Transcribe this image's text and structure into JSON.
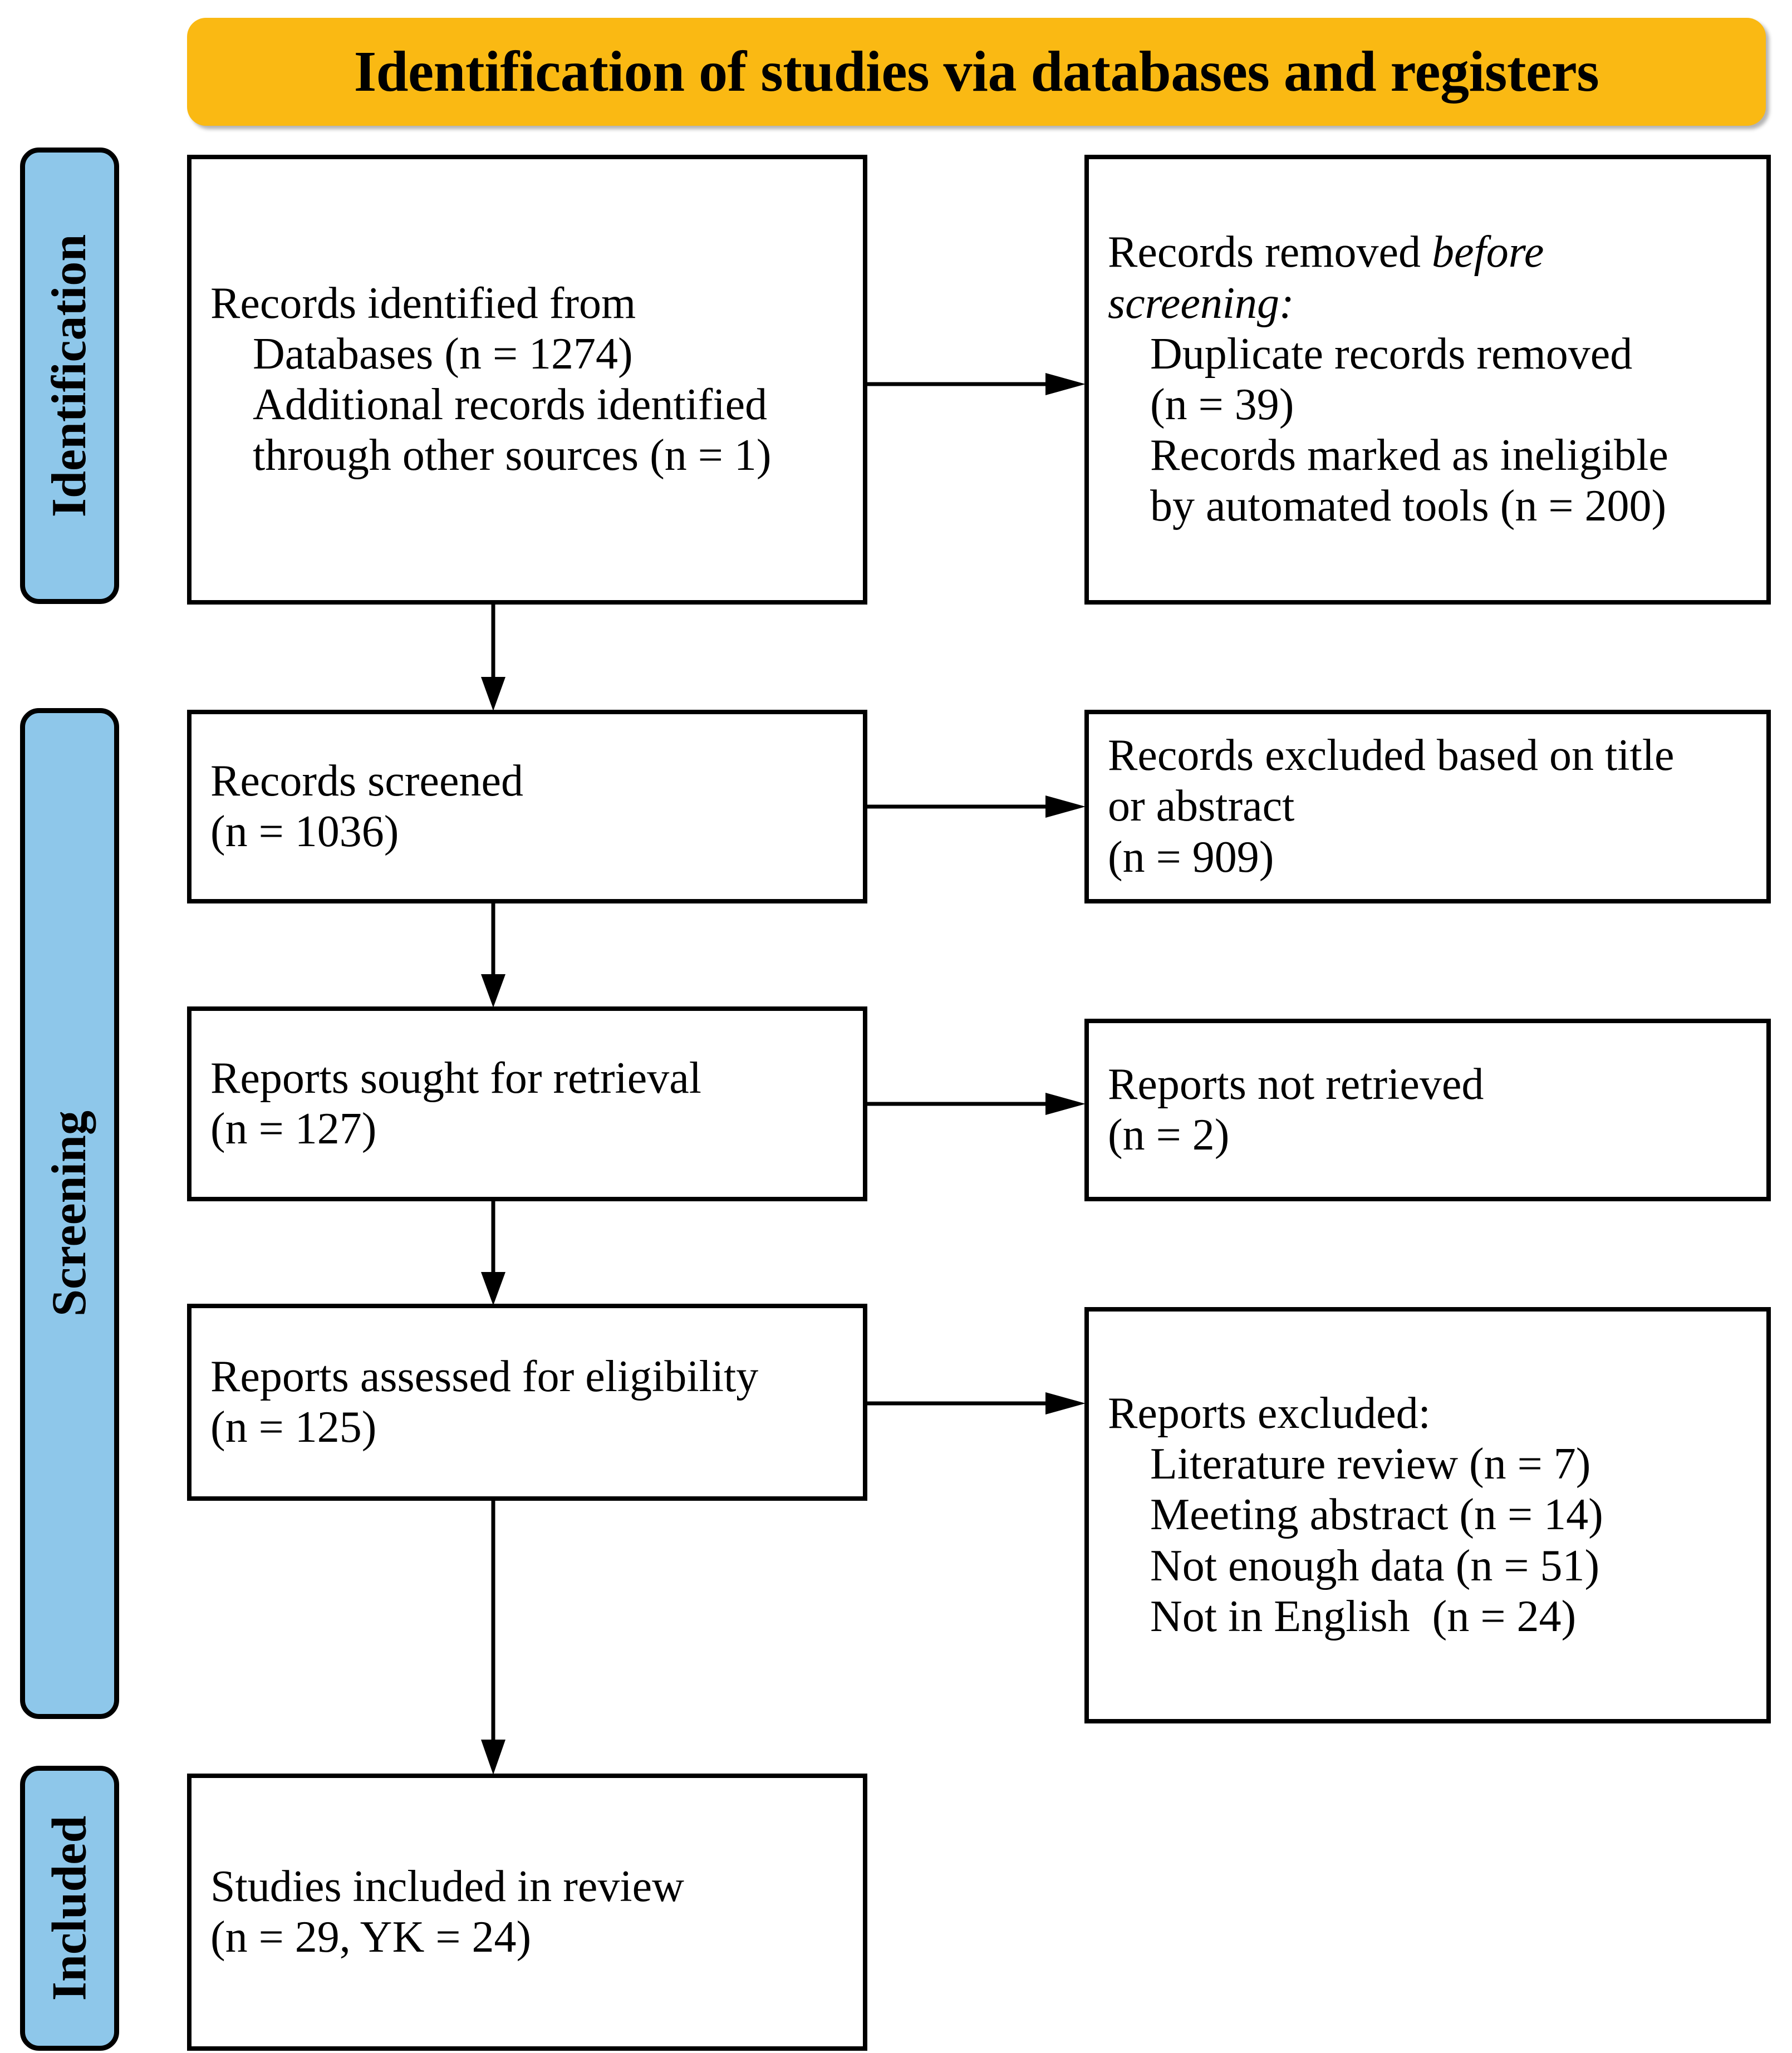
{
  "title": {
    "text": "Identification of studies via databases and registers"
  },
  "colors": {
    "banner": "#fab913",
    "phase_bar": "#8ec7ea",
    "border": "#000000",
    "box_background": "#ffffff"
  },
  "phases": [
    {
      "id": "identification",
      "label": "Identification"
    },
    {
      "id": "screening",
      "label": "Screening"
    },
    {
      "id": "included",
      "label": "Included"
    }
  ],
  "boxes": {
    "identified": {
      "lines": [
        "Records identified from",
        "Databases (n = 1274)",
        "Additional records identified",
        "through other sources (n = 1)"
      ]
    },
    "removed": {
      "lead": "Records removed ",
      "lead_italic": "before",
      "italic_line": "screening:",
      "lines": [
        "Duplicate records removed",
        "(n = 39)",
        "Records marked as ineligible",
        "by automated tools (n = 200)"
      ]
    },
    "screened": {
      "lines": [
        "Records screened",
        "(n = 1036)"
      ]
    },
    "excluded_title_abstract": {
      "lines": [
        "Records excluded based on title",
        "or abstract",
        "(n = 909)"
      ]
    },
    "sought": {
      "lines": [
        "Reports sought for retrieval",
        "(n = 127)"
      ]
    },
    "not_retrieved": {
      "lines": [
        "Reports not retrieved",
        "(n = 2)"
      ]
    },
    "assessed": {
      "lines": [
        "Reports assessed for eligibility",
        "(n = 125)"
      ]
    },
    "reports_excluded": {
      "heading": "Reports excluded:",
      "lines": [
        "Literature review (n = 7)",
        "Meeting abstract (n = 14)",
        "Not enough data (n = 51)",
        "Not in English  (n = 24)"
      ]
    },
    "studies_included": {
      "lines": [
        "Studies included in review",
        "(n = 29, YK = 24)"
      ]
    }
  },
  "chart_data": {
    "type": "diagram",
    "diagram_kind": "PRISMA 2020 flow diagram",
    "title": "Identification of studies via databases and registers",
    "phases": [
      "Identification",
      "Screening",
      "Included"
    ],
    "nodes": [
      {
        "id": "identified",
        "phase": "Identification",
        "column": "left",
        "label": "Records identified from",
        "counts": {
          "Databases": 1274,
          "Additional records identified through other sources": 1
        }
      },
      {
        "id": "removed",
        "phase": "Identification",
        "column": "right",
        "label": "Records removed before screening:",
        "counts": {
          "Duplicate records removed": 39,
          "Records marked as ineligible by automated tools": 200
        }
      },
      {
        "id": "screened",
        "phase": "Screening",
        "column": "left",
        "label": "Records screened",
        "counts": {
          "n": 1036
        }
      },
      {
        "id": "excluded_title_abstract",
        "phase": "Screening",
        "column": "right",
        "label": "Records excluded based on title or abstract",
        "counts": {
          "n": 909
        }
      },
      {
        "id": "sought",
        "phase": "Screening",
        "column": "left",
        "label": "Reports sought for retrieval",
        "counts": {
          "n": 127
        }
      },
      {
        "id": "not_retrieved",
        "phase": "Screening",
        "column": "right",
        "label": "Reports not retrieved",
        "counts": {
          "n": 2
        }
      },
      {
        "id": "assessed",
        "phase": "Screening",
        "column": "left",
        "label": "Reports assessed for eligibility",
        "counts": {
          "n": 125
        }
      },
      {
        "id": "reports_excluded",
        "phase": "Screening",
        "column": "right",
        "label": "Reports excluded:",
        "counts": {
          "Literature review": 7,
          "Meeting abstract": 14,
          "Not enough data": 51,
          "Not in English": 24
        }
      },
      {
        "id": "studies_included",
        "phase": "Included",
        "column": "left",
        "label": "Studies included in review",
        "counts": {
          "n": 29,
          "YK": 24
        }
      }
    ],
    "edges": [
      {
        "from": "identified",
        "to": "removed",
        "direction": "right"
      },
      {
        "from": "identified",
        "to": "screened",
        "direction": "down"
      },
      {
        "from": "screened",
        "to": "excluded_title_abstract",
        "direction": "right"
      },
      {
        "from": "screened",
        "to": "sought",
        "direction": "down"
      },
      {
        "from": "sought",
        "to": "not_retrieved",
        "direction": "right"
      },
      {
        "from": "sought",
        "to": "assessed",
        "direction": "down"
      },
      {
        "from": "assessed",
        "to": "reports_excluded",
        "direction": "right"
      },
      {
        "from": "assessed",
        "to": "studies_included",
        "direction": "down"
      }
    ]
  }
}
